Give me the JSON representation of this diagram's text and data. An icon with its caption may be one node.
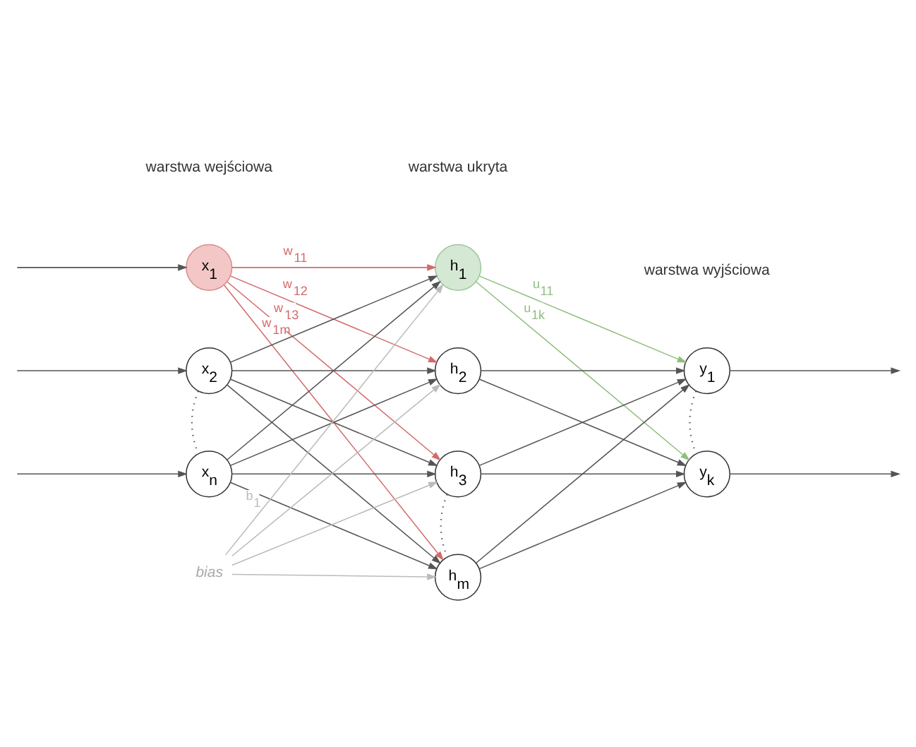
{
  "diagram": {
    "nodes": [
      {
        "text": [
          "x$_{1}$"
        ]
      },
      {
        "text": [
          "x$_{2}$"
        ]
      },
      {
        "text": [
          "x$_{n}$"
        ]
      },
      {
        "text": [
          "bias"
        ]
      },
      {
        "text": [
          "h$_{1}$"
        ]
      },
      {
        "text": [
          "h$_{2}$"
        ]
      },
      {
        "text": [
          "h$_{3}$"
        ]
      },
      {
        "text": [
          "h$_{m}$"
        ]
      },
      {
        "text": [
          "y$_{1}$"
        ]
      },
      {
        "text": [
          "y$_{k}$"
        ]
      }
    ],
    "edges": [
      {
        "from": null,
        "to": 0,
        "arrow": "to"
      },
      {
        "from": null,
        "to": 1,
        "arrow": "to"
      },
      {
        "from": null,
        "to": 2,
        "arrow": "to"
      },
      {
        "from": 1,
        "to": 2,
        "arrow": "none",
        "style": "dashed"
      },
      {
        "from": 0,
        "to": 4,
        "arrow": "to",
        "label": "w$_{11}$",
        "color": "#d46a6a"
      },
      {
        "from": 0,
        "to": 5,
        "arrow": "to",
        "label": "w$_{12}$",
        "color": "#d46a6a"
      },
      {
        "from": 0,
        "to": 6,
        "arrow": "to",
        "label": "w$_{13}$",
        "color": "#d46a6a"
      },
      {
        "from": 0,
        "to": 7,
        "arrow": "to",
        "label": "w$_{1m}$",
        "color": "#d46a6a"
      },
      {
        "from": 1,
        "to": 4,
        "arrow": "to"
      },
      {
        "from": 1,
        "to": 5,
        "arrow": "to"
      },
      {
        "from": 1,
        "to": 6,
        "arrow": "to"
      },
      {
        "from": 1,
        "to": 7,
        "arrow": "to"
      },
      {
        "from": 2,
        "to": 4,
        "arrow": "to"
      },
      {
        "from": 2,
        "to": 5,
        "arrow": "to"
      },
      {
        "from": 2,
        "to": 6,
        "arrow": "to"
      },
      {
        "from": 2,
        "to": 7,
        "arrow": "to"
      },
      {
        "from": 3,
        "to": 4,
        "arrow": "to",
        "label": "b$_{1}$",
        "color": "#bbbbbb"
      },
      {
        "from": 3,
        "to": 5,
        "arrow": "to",
        "color": "#bbbbbb"
      },
      {
        "from": 3,
        "to": 6,
        "arrow": "to",
        "color": "#bbbbbb"
      },
      {
        "from": 3,
        "to": 7,
        "arrow": "to",
        "color": "#bbbbbb"
      },
      {
        "from": 6,
        "to": 7,
        "arrow": "none",
        "style": "dashed"
      },
      {
        "from": 4,
        "to": 8,
        "arrow": "to",
        "label": "u$_{11}$",
        "color": "#8fbf7f"
      },
      {
        "from": 4,
        "to": 9,
        "arrow": "to",
        "label": "u$_{1k}$",
        "color": "#8fbf7f"
      },
      {
        "from": 5,
        "to": 8,
        "arrow": "to"
      },
      {
        "from": 5,
        "to": 9,
        "arrow": "to"
      },
      {
        "from": 6,
        "to": 8,
        "arrow": "to"
      },
      {
        "from": 6,
        "to": 9,
        "arrow": "to"
      },
      {
        "from": 7,
        "to": 8,
        "arrow": "to"
      },
      {
        "from": 7,
        "to": 9,
        "arrow": "to"
      },
      {
        "from": 8,
        "to": 9,
        "arrow": "none",
        "style": "dashed"
      },
      {
        "from": 8,
        "to": null,
        "arrow": "to"
      },
      {
        "from": 9,
        "to": null,
        "arrow": "to"
      }
    ],
    "labels": [
      "warstwa wejściowa",
      "warstwa ukryta",
      "warstwa wyjściowa"
    ]
  }
}
